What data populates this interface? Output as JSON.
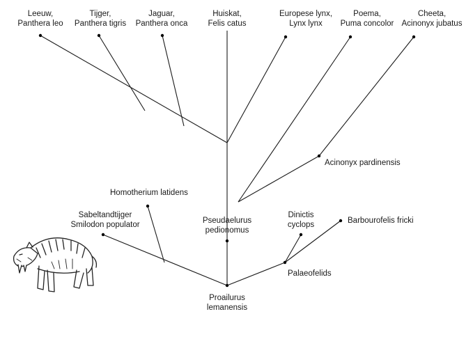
{
  "taxa": {
    "leeuw": {
      "common": "Leeuw,",
      "species": "Panthera leo"
    },
    "tijger": {
      "common": "Tijger,",
      "species": "Panthera tigris"
    },
    "jaguar": {
      "common": "Jaguar,",
      "species": "Panthera onca"
    },
    "huiskat": {
      "common": "Huiskat,",
      "species": "Felis catus"
    },
    "lynx": {
      "common": "Europese lynx,",
      "species": "Lynx lynx"
    },
    "poema": {
      "common": "Poema,",
      "species": "Puma concolor"
    },
    "cheeta": {
      "common": "Cheeta,",
      "species": "Acinonyx jubatus"
    },
    "acinonyx_pardinensis": {
      "name": "Acinonyx pardinensis"
    },
    "homotherium": {
      "name": "Homotherium latidens"
    },
    "smilodon": {
      "common": "Sabeltandtijger",
      "species": "Smilodon populator"
    },
    "pseudaelurus": {
      "line1": "Pseudaelurus",
      "line2": "pedionomus"
    },
    "dinictis": {
      "line1": "Dinictis",
      "line2": "cyclops"
    },
    "barbourofelis": {
      "name": "Barbourofelis fricki"
    },
    "palaeofelids": {
      "name": "Palaeofelids"
    },
    "proailurus": {
      "line1": "Proailurus",
      "line2": "lemanensis"
    }
  },
  "illustration": {
    "icon": "saber-tooth-cat-icon"
  }
}
